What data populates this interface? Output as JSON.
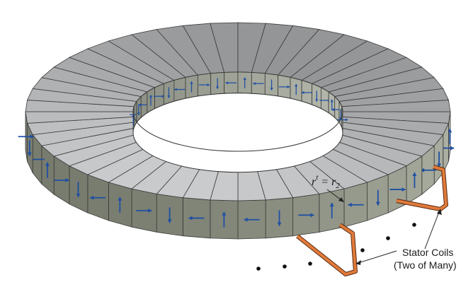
{
  "labels": {
    "coil_line1": "Stator Coils",
    "coil_line2": "(Two of Many)",
    "radius_base": "r",
    "radius_sup": "t",
    "radius_eq": " = r",
    "radius_sub": "2"
  },
  "figure": {
    "segment_count": 48,
    "magnet_arrow_color": "#1f4fa3",
    "coil_color": "#e07a3a",
    "top_face_color": "#b9babc",
    "side_face_color": "#a7aba0"
  }
}
